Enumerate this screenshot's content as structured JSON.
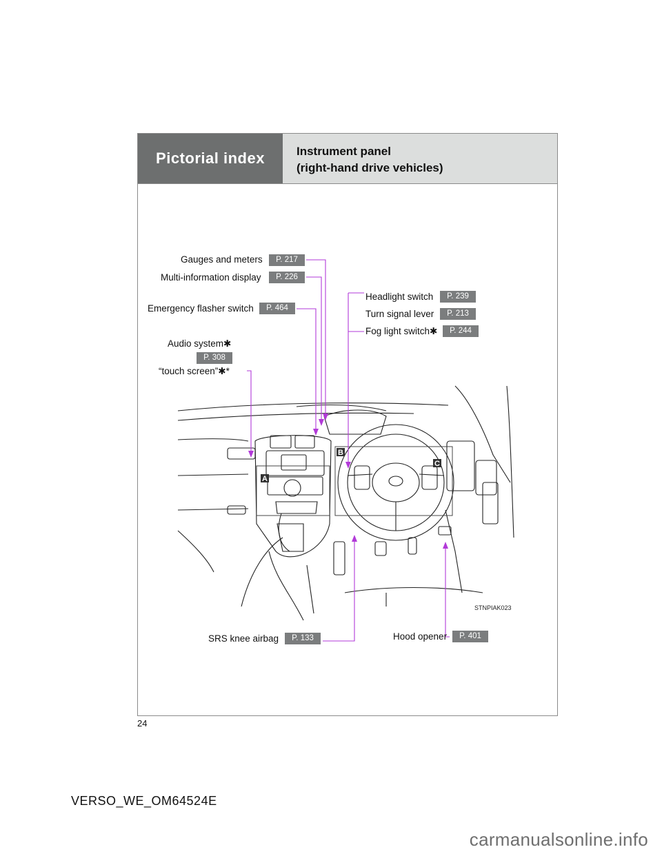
{
  "header": {
    "section": "Pictorial index",
    "title_line1": "Instrument panel",
    "title_line2": "(right-hand drive vehicles)"
  },
  "callouts": {
    "gauges": {
      "label": "Gauges and meters",
      "page": "P. 217"
    },
    "multi_info": {
      "label": "Multi-information display",
      "page": "P. 226"
    },
    "emergency": {
      "label": "Emergency flasher switch",
      "page": "P. 464"
    },
    "audio": {
      "label": "Audio system✱",
      "page": "P. 308"
    },
    "touch": {
      "label": "“touch screen”✱*"
    },
    "headlight": {
      "label": "Headlight switch",
      "page": "P. 239"
    },
    "turn_signal": {
      "label": "Turn signal lever",
      "page": "P. 213"
    },
    "fog": {
      "label": "Fog light switch✱",
      "page": "P. 244"
    },
    "srs": {
      "label": "SRS knee airbag",
      "page": "P. 133"
    },
    "hood": {
      "label": "Hood opener",
      "page": "P. 401"
    }
  },
  "illustration": {
    "code": "STNPIAK023",
    "markers": [
      "A",
      "B",
      "C"
    ]
  },
  "colors": {
    "leader": "#b23ad8",
    "badge": "#7b7d7e",
    "header_dark": "#6d6f6f",
    "header_light": "#dcdedd"
  },
  "page_number": "24",
  "doc_code": "VERSO_WE_OM64524E",
  "watermark": "carmanualsonline.info"
}
